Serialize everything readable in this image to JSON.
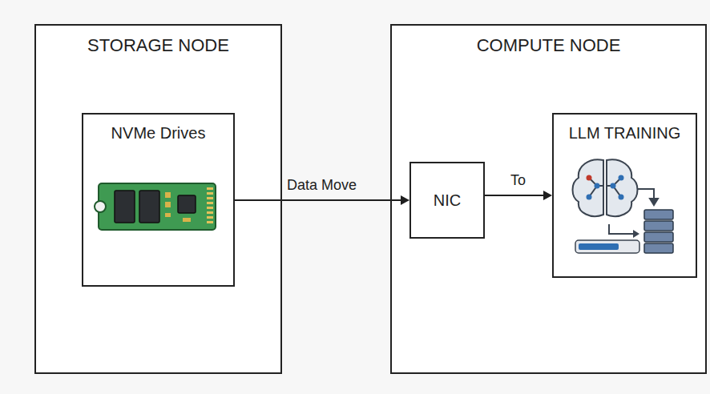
{
  "diagram": {
    "nodes": [
      {
        "text": [
          "STORAGE NODE"
        ]
      },
      {
        "text": [
          "NVMe Drives"
        ],
        "in": 0
      },
      {
        "text": [
          "COMPUTE NODE"
        ]
      },
      {
        "text": [
          "NIC"
        ],
        "in": 2
      },
      {
        "text": [
          "LLM TRAINING"
        ],
        "in": 2
      }
    ],
    "edges": [
      {
        "from": 1,
        "to": 3,
        "label": "Data Move",
        "arrow": "to"
      },
      {
        "from": 3,
        "to": 4,
        "label": "To",
        "arrow": "to"
      }
    ]
  }
}
